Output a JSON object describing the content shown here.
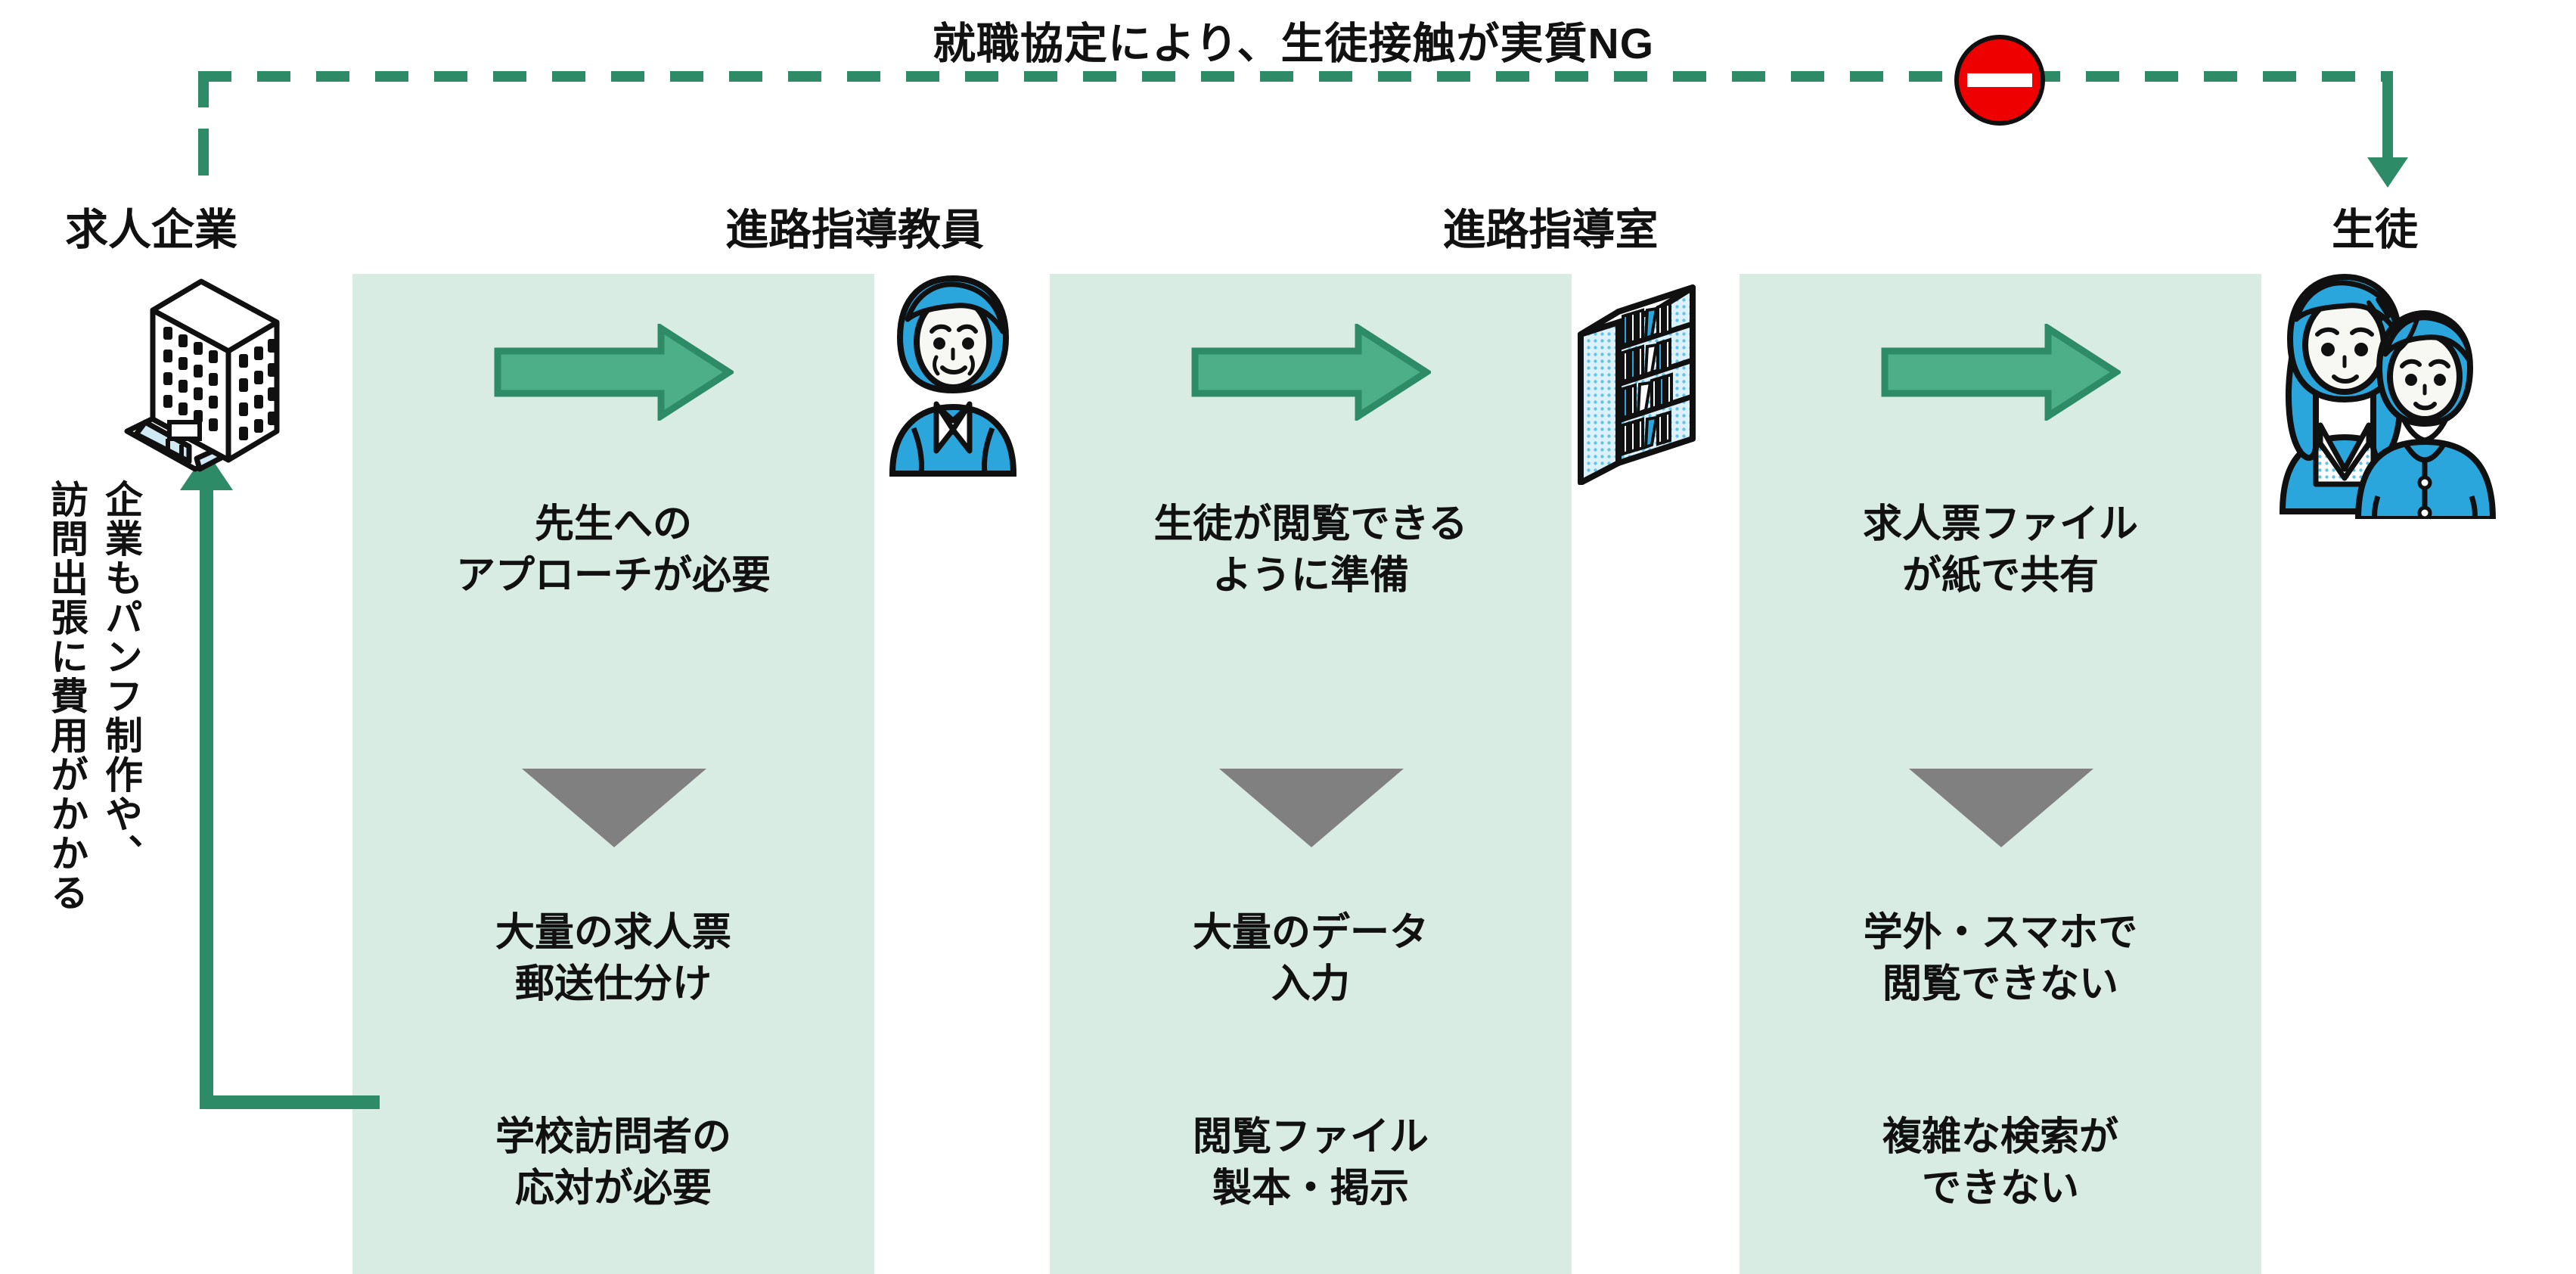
{
  "diagram": {
    "top_note": "就職協定により、生徒接触が実質NG",
    "no_entry_icon": "no-entry-sign",
    "colors": {
      "panel_bg": "#d9ece3",
      "arrow_green": "#4caf88",
      "arrow_green_border": "#2e8b68",
      "line_green": "#2e8b68",
      "triangle_gray": "#808080",
      "icon_blue": "#2ba6dd",
      "no_entry_red": "#ee0000"
    },
    "actors": [
      {
        "id": "company",
        "label": "求人企業",
        "icon": "office-building-icon"
      },
      {
        "id": "teacher",
        "label": "進路指導教員",
        "icon": "teacher-person-icon"
      },
      {
        "id": "room",
        "label": "進路指導室",
        "icon": "bookshelf-icon"
      },
      {
        "id": "students",
        "label": "生徒",
        "icon": "students-icon"
      }
    ],
    "columns": [
      {
        "id": "col-1",
        "arrow_icon": "right-arrow-icon",
        "action": "先生への\nアプローチが必要",
        "down_icon": "down-triangle-icon",
        "issues": [
          "大量の求人票\n郵送仕分け",
          "学校訪問者の\n応対が必要"
        ]
      },
      {
        "id": "col-2",
        "arrow_icon": "right-arrow-icon",
        "action": "生徒が閲覧できる\nように準備",
        "down_icon": "down-triangle-icon",
        "issues": [
          "大量のデータ\n入力",
          "閲覧ファイル\n製本・掲示"
        ]
      },
      {
        "id": "col-3",
        "arrow_icon": "right-arrow-icon",
        "action": "求人票ファイル\nが紙で共有",
        "down_icon": "down-triangle-icon",
        "issues": [
          "学外・スマホで\n閲覧できない",
          "複雑な検索が\nできない"
        ]
      }
    ],
    "cost_note": {
      "line1": "企業もパンフ制作や、",
      "line2": "訪問出張に費用がかかる",
      "arrow_icon": "up-feedback-arrow-icon"
    }
  }
}
